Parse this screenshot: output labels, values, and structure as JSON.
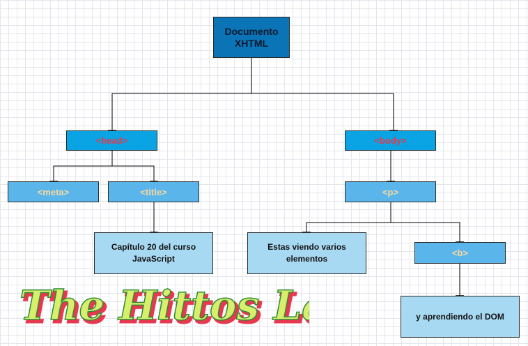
{
  "nodes": {
    "root": "Documento\nXHTML",
    "head": "<head>",
    "body": "<body>",
    "meta": "<meta>",
    "title": "<title>",
    "p": "<p>",
    "b": "<b>",
    "title_text": "Capítulo 20 del curso\nJavaScript",
    "p_text": "Estas viendo varios\nelementos",
    "b_text": "y aprendiendo el DOM"
  },
  "watermark": "The Hittos Lab",
  "colors": {
    "root": "#0a74b7",
    "level1": "#0aa3e3",
    "level2": "#5ab6ea",
    "leaf": "#a8d9f2",
    "tag_text_red": "#e23a4f",
    "tag_text_cream": "#f6d7a4"
  }
}
